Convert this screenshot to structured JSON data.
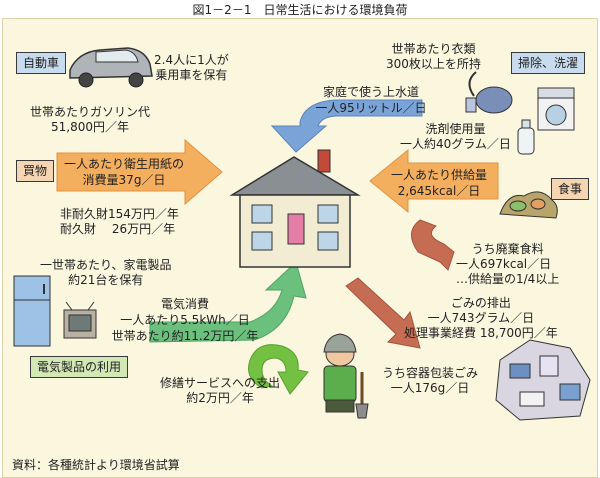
{
  "title": "図1－2－1　日常生活における環境負荷",
  "labels": {
    "car": "自動車",
    "shopping": "買物",
    "appliances": "電気製品の利用",
    "cleaning": "掃除、洗濯",
    "meals": "食事"
  },
  "car_text": [
    "2.4人に1人が",
    "乗用車を保有"
  ],
  "gasoline": [
    "世帯あたりガソリン代",
    "51,800円／年"
  ],
  "tissue": [
    "一人あたり衛生用紙の",
    "消費量37g／日"
  ],
  "durables": [
    "非耐久財154万円／年",
    "耐久財　 26万円／年"
  ],
  "appliance_count": [
    "一世帯あたり、家電製品",
    "約21台を保有"
  ],
  "electricity": [
    "電気消費",
    "一人あたり5.5kWh／日",
    "世帯あたり約11.2万円／年"
  ],
  "repair": [
    "修繕サービスへの支出",
    "約2万円／年"
  ],
  "water": [
    "家庭で使う上水道",
    "一人95リットル／日"
  ],
  "clothes": [
    "世帯あたり衣類",
    "300枚以上を所持"
  ],
  "detergent": [
    "洗剤使用量",
    "一人約40グラム／日"
  ],
  "food_supply": [
    "一人あたり供給量",
    "2,645kcal／日"
  ],
  "food_waste": [
    "うち廃棄食料",
    "一人697kcal／日",
    "…供給量の1/4以上"
  ],
  "garbage": [
    "ごみの排出",
    "一人743グラム／日",
    "処理事業経費 18,700円／年"
  ],
  "packaging": [
    "うち容器包装ごみ",
    "一人176g／日"
  ],
  "source": "資料：各種統計より環境省試算",
  "colors": {
    "panel": "#fbf7df",
    "blue_arrow": "#7aa3d8",
    "orange_arrow": "#f3ae5e",
    "green_arrow": "#6cc07e",
    "brown_arrow": "#c56c52",
    "loop_green": "#74c043"
  }
}
